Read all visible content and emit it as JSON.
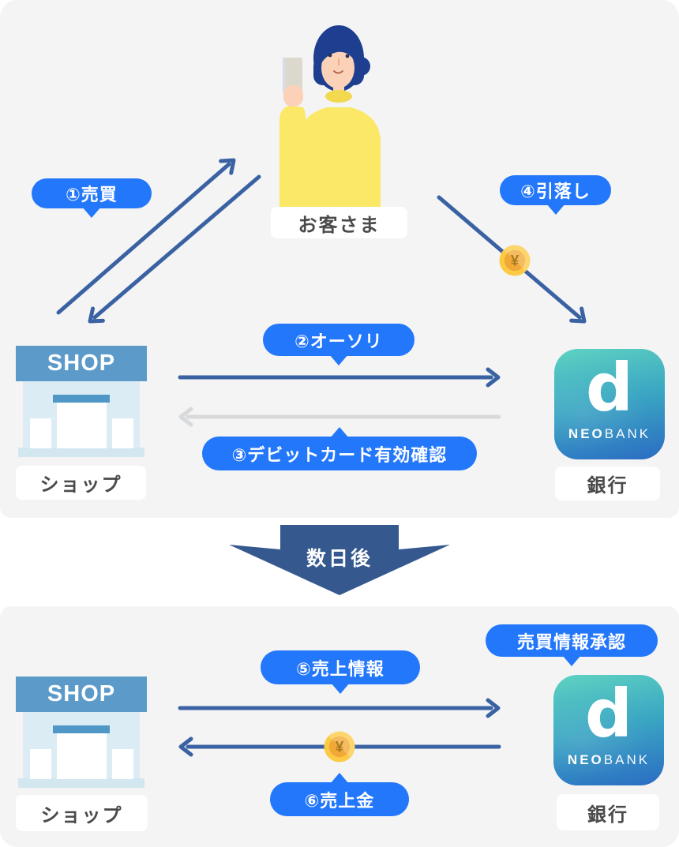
{
  "colors": {
    "panel_bg": "#f4f4f5",
    "bubble_blue": "#2377fb",
    "arrow_navy": "#3a62a3",
    "arrow_gray": "#d7d9db",
    "divider_navy": "#35598f",
    "shop_blue": "#5b9ac9",
    "shop_door_blue": "#4f97c7",
    "shop_wall": "#dcecf4",
    "shop_base": "#d2e7ef",
    "neobank_top": "#5fd3c2",
    "neobank_bottom": "#2b6cc3",
    "coin_gold": "#fccb45",
    "coin_inner": "#f1a837",
    "coin_symbol_color": "#aa7a1e",
    "label_text": "#4a4a4a",
    "hair_blue": "#1e3e8f",
    "skin": "#fbd2b8",
    "sweater_yellow": "#fae866"
  },
  "coin": {
    "symbol": "¥"
  },
  "top_section": {
    "customer_label": "お客さま",
    "bubbles": {
      "step1": "①売買",
      "step2": "②オーソリ",
      "step3": "③デビットカード有効確認",
      "step4": "④引落し"
    },
    "shop": {
      "sign": "SHOP",
      "label": "ショップ"
    },
    "bank": {
      "letter": "d",
      "neo": "NEO",
      "word_bank": "BANK",
      "label": "銀行"
    }
  },
  "divider": {
    "label": "数日後"
  },
  "bottom_section": {
    "bubbles": {
      "approval": "売買情報承認",
      "step5": "⑤売上情報",
      "step6": "⑥売上金"
    },
    "shop": {
      "sign": "SHOP",
      "label": "ショップ"
    },
    "bank": {
      "letter": "d",
      "neo": "NEO",
      "word_bank": "BANK",
      "label": "銀行"
    }
  }
}
